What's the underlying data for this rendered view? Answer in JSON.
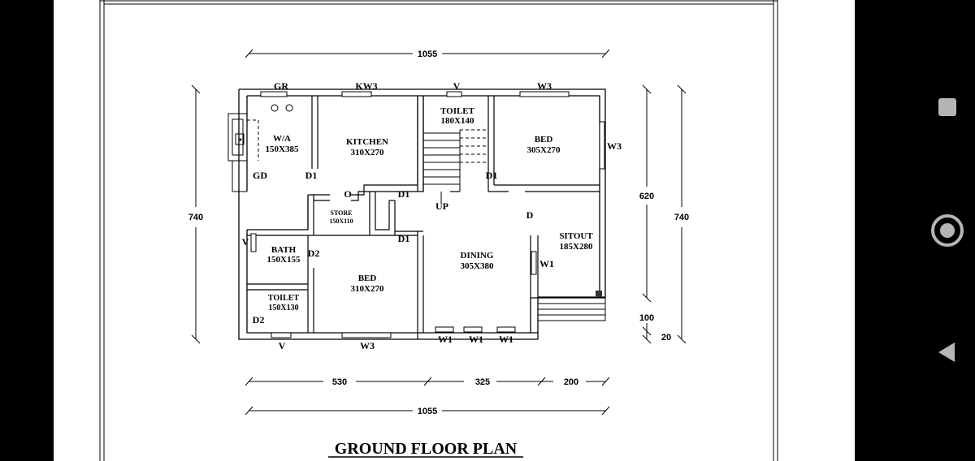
{
  "title": "GROUND FLOOR PLAN",
  "rooms": [
    {
      "id": "wa",
      "name": "W/A",
      "size": "150X385"
    },
    {
      "id": "kitchen",
      "name": "KITCHEN",
      "size": "310X270"
    },
    {
      "id": "toilet-top",
      "name": "TOILET",
      "size": "180X140"
    },
    {
      "id": "bed-top",
      "name": "BED",
      "size": "305X270"
    },
    {
      "id": "store",
      "name": "STORE",
      "size": "150X110"
    },
    {
      "id": "sitout",
      "name": "SITOUT",
      "size": "185X280"
    },
    {
      "id": "bath",
      "name": "BATH",
      "size": "150X155"
    },
    {
      "id": "dining",
      "name": "DINING",
      "size": "305X380"
    },
    {
      "id": "bed-bottom",
      "name": "BED",
      "size": "310X270"
    },
    {
      "id": "toilet-bottom",
      "name": "TOILET",
      "size": "150X130"
    }
  ],
  "labels": {
    "gr": "GR",
    "kw3": "KW3",
    "v_top": "V",
    "w3_top": "W3",
    "w3_right": "W3",
    "gd": "GD",
    "d1_wa": "D1",
    "o_mark": "O",
    "d1_kitchen": "D1",
    "d1_bed": "D1",
    "up": "UP",
    "d_sitout": "D",
    "d1_dining": "D1",
    "v_left": "V",
    "d2_bath": "D2",
    "w1_right": "W1",
    "d2_toilet": "D2",
    "v_bottom": "V",
    "w3_bottom": "W3",
    "w1_a": "W1",
    "w1_b": "W1",
    "w1_c": "W1"
  },
  "dimensions": {
    "top_total": "1055",
    "left_total": "740",
    "right_inner": "620",
    "right_total": "740",
    "right_step1": "100",
    "right_step2": "20",
    "bottom_seg1": "530",
    "bottom_seg2": "325",
    "bottom_seg3": "200",
    "bottom_total": "1055"
  }
}
